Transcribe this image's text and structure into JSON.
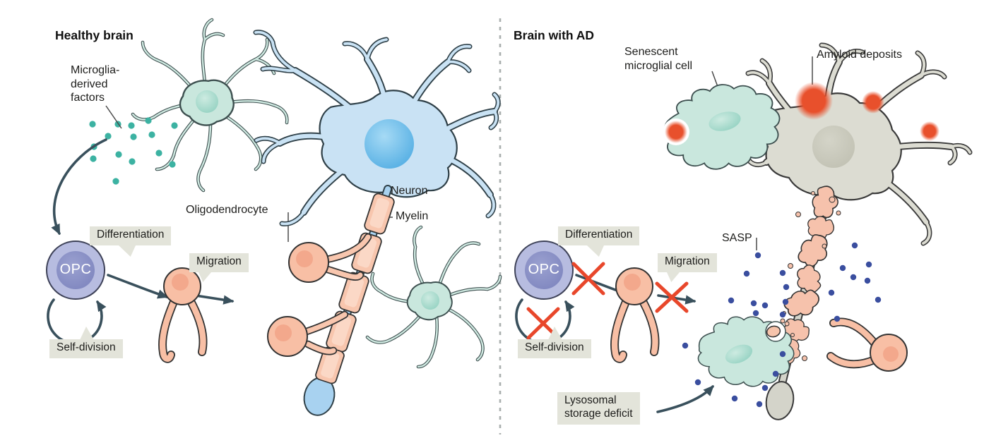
{
  "figure": {
    "type": "scientific-diagram",
    "subject": "OPC and microglia behaviour in healthy brain versus brain with Alzheimer disease"
  },
  "left": {
    "title": "Healthy brain",
    "labels": {
      "microglia_factors": "Microglia-\nderived\nfactors",
      "differentiation": "Differentiation",
      "migration": "Migration",
      "self_division": "Self-division",
      "opc": "OPC",
      "oligodendrocyte": "Oligodendrocyte",
      "neuron": "Neuron",
      "myelin": "Myelin"
    }
  },
  "right": {
    "title": "Brain with AD",
    "labels": {
      "senescent": "Senescent\nmicroglial cell",
      "amyloid": "Amyloid deposits",
      "differentiation": "Differentiation",
      "migration": "Migration",
      "self_division": "Self-division",
      "opc": "OPC",
      "sasp": "SASP",
      "lysosomal": "Lysosomal\nstorage deficit"
    }
  },
  "palette": {
    "background": "#ffffff",
    "bubble_bg": "#e3e4da",
    "text": "#1d1d1b",
    "arrow": "#39505c",
    "divider": "#a9afae",
    "microglia_fill": "#c9e7dd",
    "microglia_outline": "#3d4f4f",
    "microglia_factor_dot": "#3cb2a2",
    "neuron_fill": "#c9e2f4",
    "neuron_nucleus": "#57b0e4",
    "neuron_ad_fill": "#dcdcd2",
    "myelin_fill": "#f8c6ae",
    "oligodendrocyte_fill": "#f8bfa5",
    "opc_outer": "#b7bce0",
    "opc_inner": "#8289c0",
    "cross_red": "#e8472b",
    "amyloid_red": "#e8502c",
    "sasp_dot": "#3a4e9f"
  }
}
